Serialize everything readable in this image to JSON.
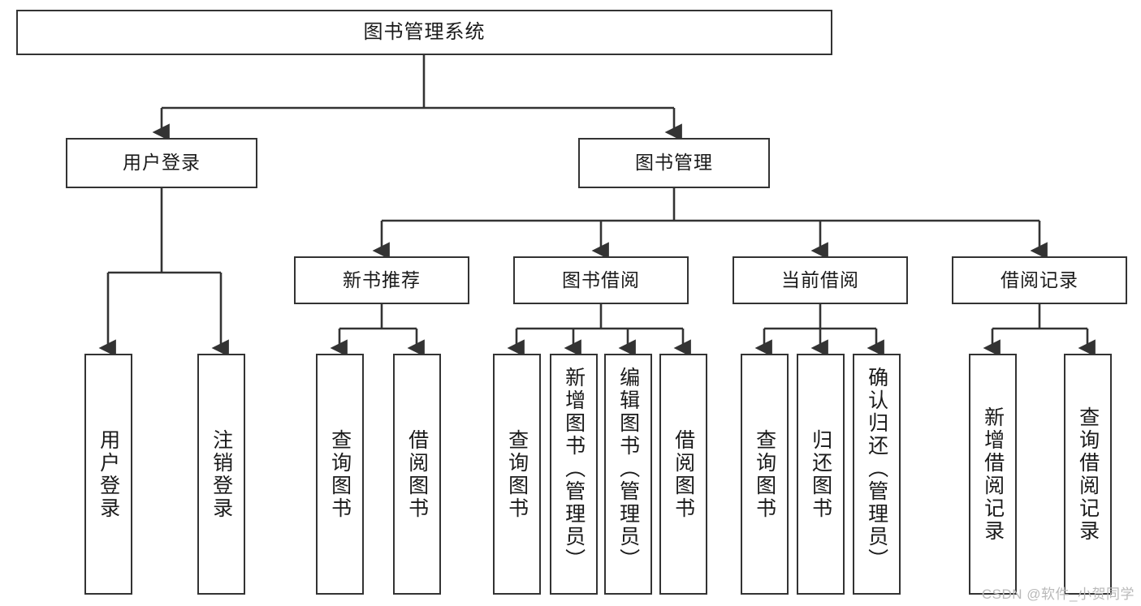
{
  "diagram": {
    "type": "tree",
    "title": "图书管理系统",
    "root": {
      "label": "图书管理系统"
    },
    "level2": [
      {
        "label": "用户登录"
      },
      {
        "label": "图书管理"
      }
    ],
    "level3": [
      {
        "label": "新书推荐"
      },
      {
        "label": "图书借阅"
      },
      {
        "label": "当前借阅"
      },
      {
        "label": "借阅记录"
      }
    ],
    "leaves": {
      "user_login": [
        {
          "label": "用户登录"
        },
        {
          "label": "注销登录"
        }
      ],
      "new_book_recommend": [
        {
          "label": "查询图书"
        },
        {
          "label": "借阅图书"
        }
      ],
      "book_borrow": [
        {
          "label": "查询图书"
        },
        {
          "label": "新增图书（管理员）"
        },
        {
          "label": "编辑图书（管理员）"
        },
        {
          "label": "借阅图书"
        }
      ],
      "current_borrow": [
        {
          "label": "查询图书"
        },
        {
          "label": "归还图书"
        },
        {
          "label": "确认归还（管理员）"
        }
      ],
      "borrow_record": [
        {
          "label": "新增借阅记录"
        },
        {
          "label": "查询借阅记录"
        }
      ]
    }
  },
  "watermark": {
    "text": "CSDN @软件_小贺同学"
  },
  "colors": {
    "stroke": "#333333",
    "text": "#1a1a1a",
    "background": "#ffffff",
    "watermark": "#b9b9b9"
  }
}
